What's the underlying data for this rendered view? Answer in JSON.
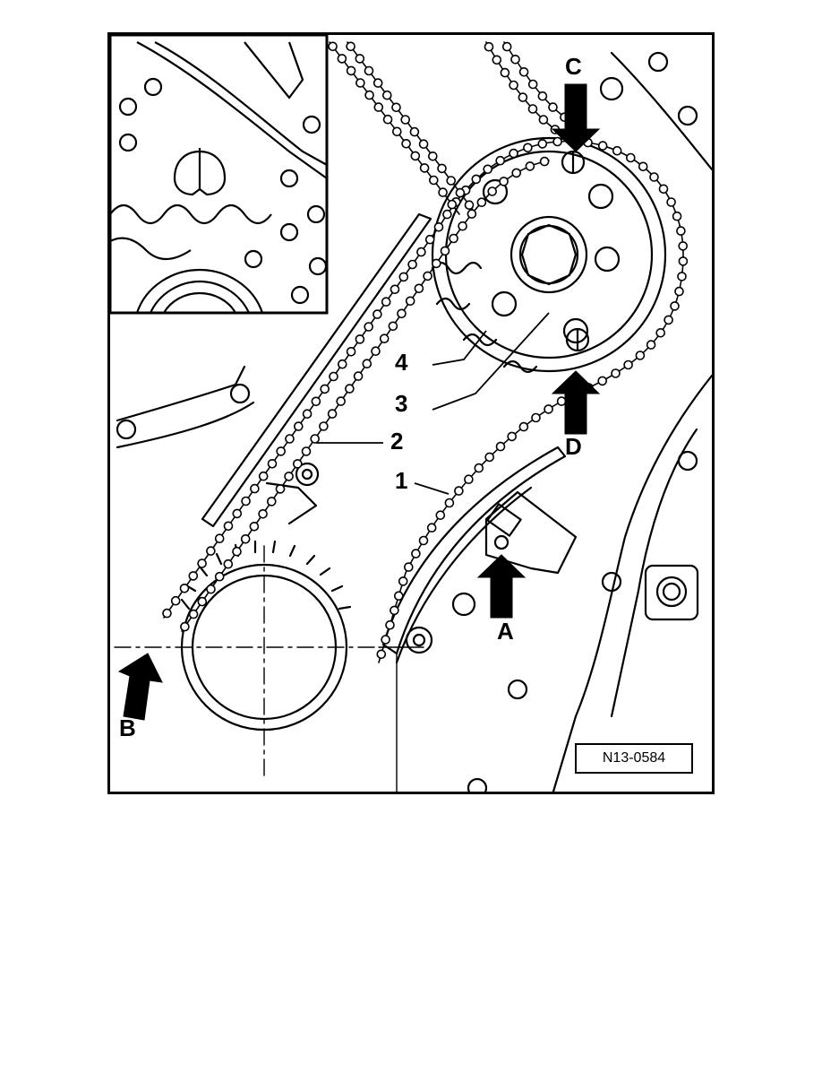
{
  "figure": {
    "reference_code": "N13-0584",
    "callouts": [
      {
        "id": "1",
        "text": "1"
      },
      {
        "id": "2",
        "text": "2"
      },
      {
        "id": "3",
        "text": "3"
      },
      {
        "id": "4",
        "text": "4"
      }
    ],
    "arrows": [
      {
        "id": "A",
        "text": "A"
      },
      {
        "id": "B",
        "text": "B"
      },
      {
        "id": "C",
        "text": "C"
      },
      {
        "id": "D",
        "text": "D"
      }
    ],
    "colors": {
      "line": "#000000",
      "fill": "#000000",
      "background": "#ffffff"
    }
  }
}
